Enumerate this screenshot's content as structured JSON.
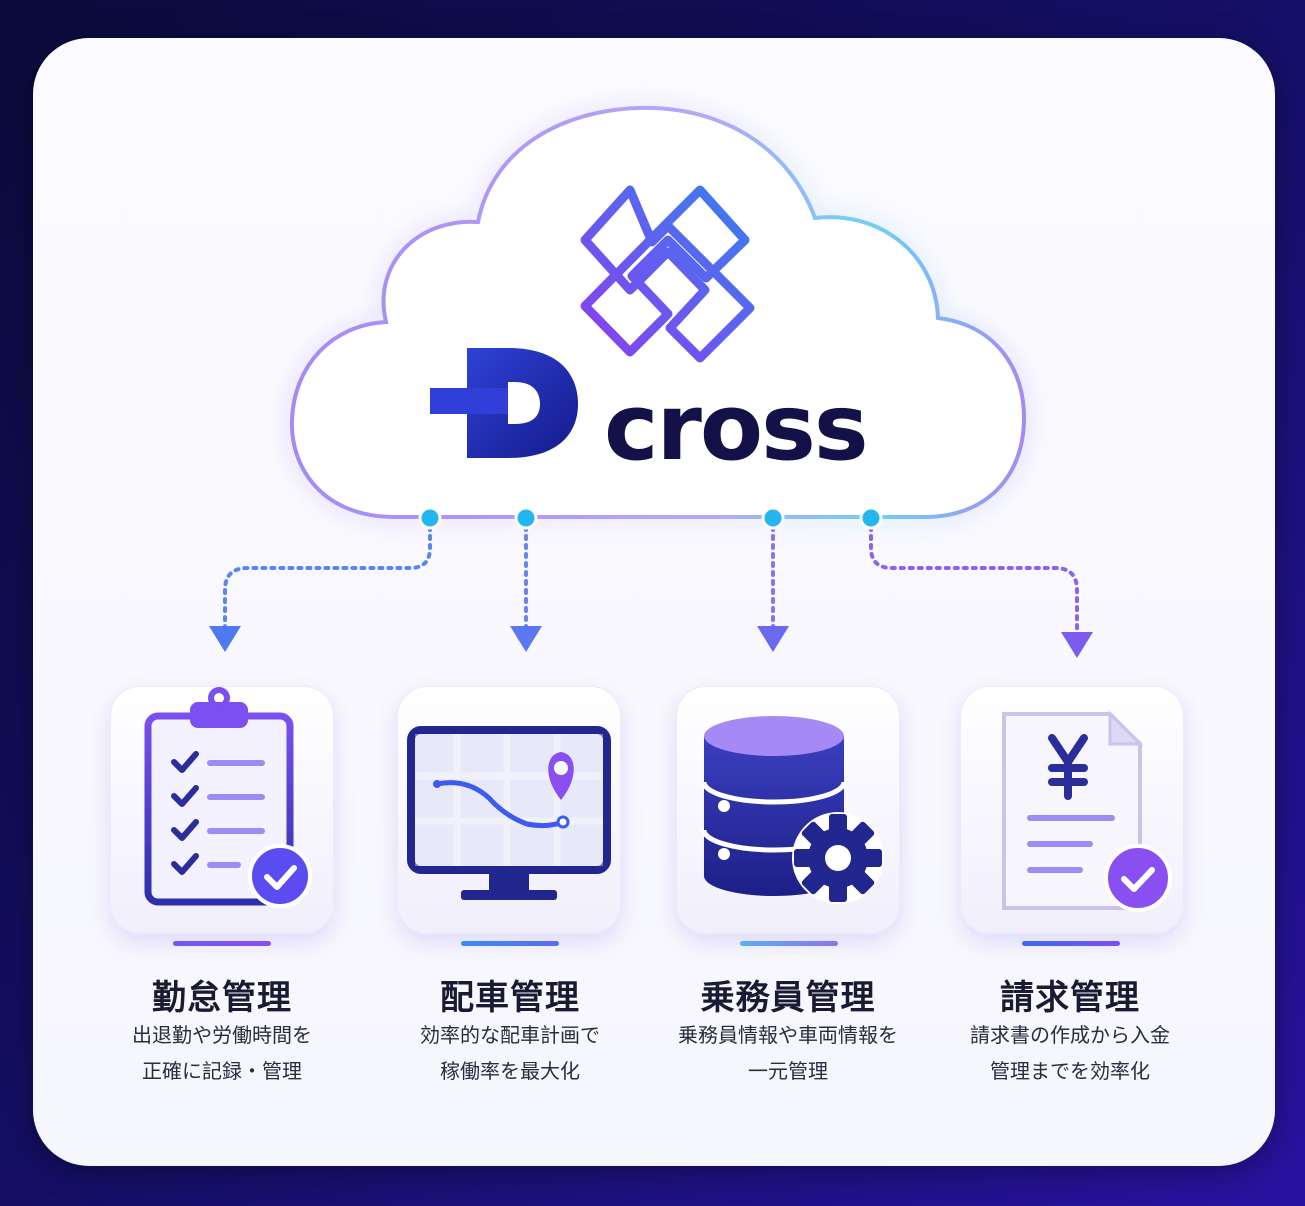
{
  "logo": {
    "wordmark": "cross"
  },
  "colors": {
    "navy": "#141048",
    "purple": "#7b4ff0",
    "blue": "#3d5bf0",
    "cyan": "#25b6f0",
    "lavender": "#a98ff5"
  },
  "modules": [
    {
      "title": "勤怠管理",
      "desc_line1": "出退勤や労働時間を",
      "desc_line2": "正確に記録・管理",
      "icon": "clipboard-checklist-icon"
    },
    {
      "title": "配車管理",
      "desc_line1": "効率的な配車計画で",
      "desc_line2": "稼働率を最大化",
      "icon": "monitor-map-icon"
    },
    {
      "title": "乗務員管理",
      "desc_line1": "乗務員情報や車両情報を",
      "desc_line2": "一元管理",
      "icon": "database-gear-icon"
    },
    {
      "title": "請求管理",
      "desc_line1": "請求書の作成から入金",
      "desc_line2": "管理までを効率化",
      "icon": "yen-invoice-icon"
    }
  ]
}
